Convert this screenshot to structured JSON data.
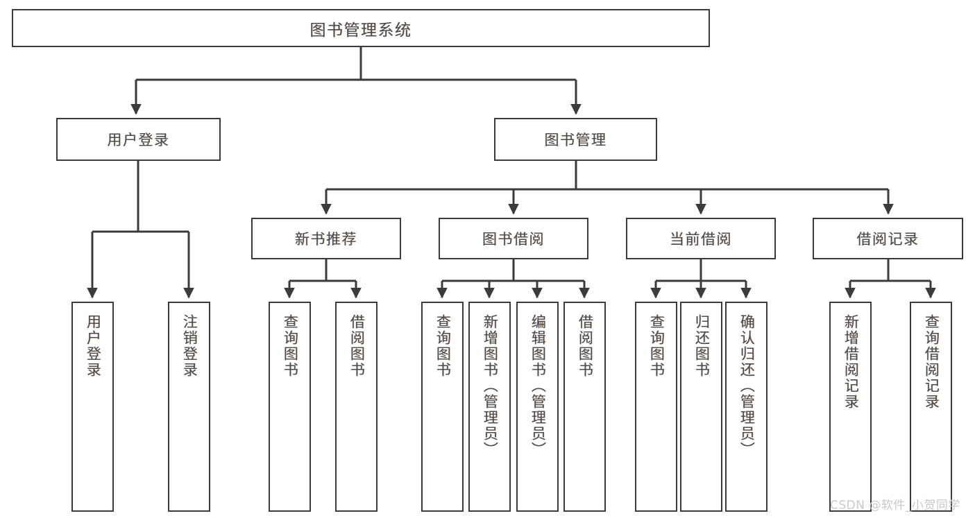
{
  "diagram": {
    "type": "tree-hierarchy",
    "title": "图书管理系统",
    "stroke_color": "#3b3b3b",
    "fill_color": "#ffffff",
    "text_color": "#4e4a47",
    "root": {
      "label": "图书管理系统"
    },
    "level2": [
      {
        "label": "用户登录"
      },
      {
        "label": "图书管理"
      }
    ],
    "level3": [
      {
        "label": "新书推荐"
      },
      {
        "label": "图书借阅"
      },
      {
        "label": "当前借阅"
      },
      {
        "label": "借阅记录"
      }
    ],
    "leaves": {
      "user_login": [
        {
          "label": "用户登录"
        },
        {
          "label": "注销登录"
        }
      ],
      "new_book_recommend": [
        {
          "label": "查询图书"
        },
        {
          "label": "借阅图书"
        }
      ],
      "book_borrow": [
        {
          "label": "查询图书"
        },
        {
          "label": "新增图书（管理员）"
        },
        {
          "label": "编辑图书（管理员）"
        },
        {
          "label": "借阅图书"
        }
      ],
      "current_borrow": [
        {
          "label": "查询图书"
        },
        {
          "label": "归还图书"
        },
        {
          "label": "确认归还（管理员）"
        }
      ],
      "borrow_record": [
        {
          "label": "新增借阅记录"
        },
        {
          "label": "查询借阅记录"
        }
      ]
    }
  },
  "watermark": {
    "text": "CSDN @软件_小贺同学",
    "color": "#c9c9c9"
  }
}
